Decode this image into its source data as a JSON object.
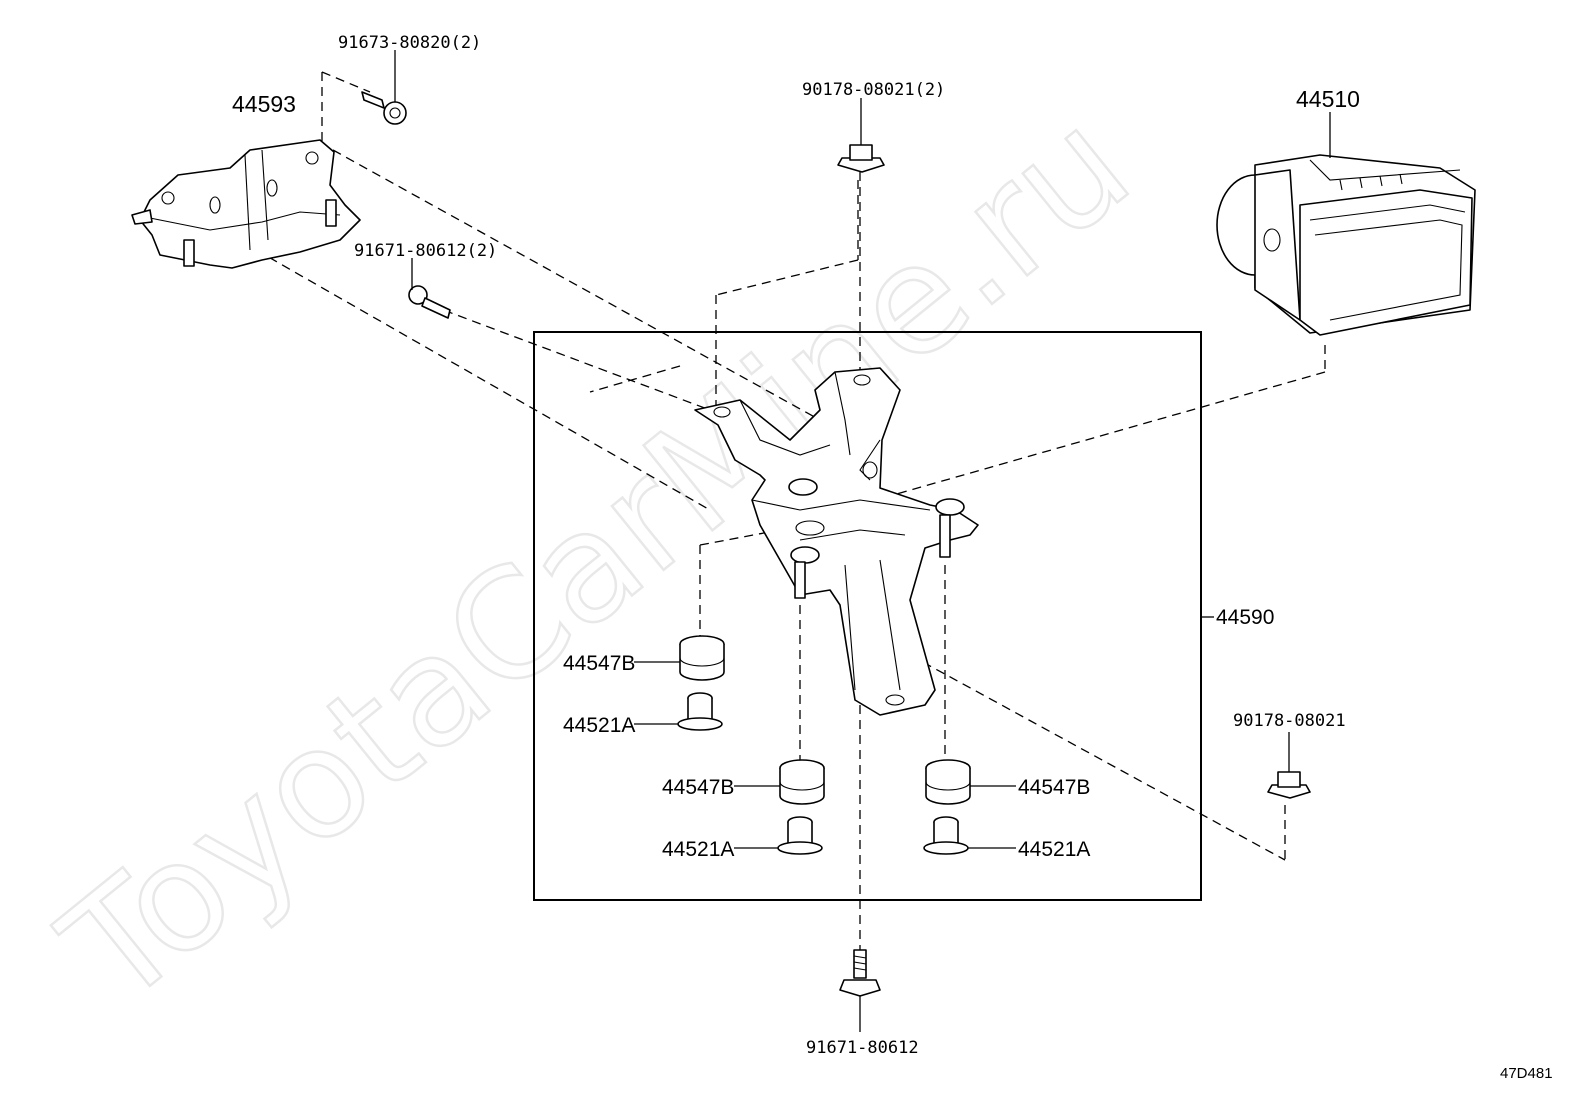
{
  "watermark": "ToyotaCarMine.ru",
  "reference_code": "47D481",
  "callouts": {
    "c44593": "44593",
    "c44510": "44510",
    "c44590": "44590",
    "c91673_80820": "91673-80820(2)",
    "c90178_08021_2": "90178-08021(2)",
    "c91671_80612_2": "91671-80612(2)",
    "c90178_08021": "90178-08021",
    "c91671_80612": "91671-80612",
    "c44547B_left": "44547B",
    "c44521A_left": "44521A",
    "c44547B_mid": "44547B",
    "c44521A_mid": "44521A",
    "c44547B_right": "44547B",
    "c44521A_right": "44521A"
  }
}
